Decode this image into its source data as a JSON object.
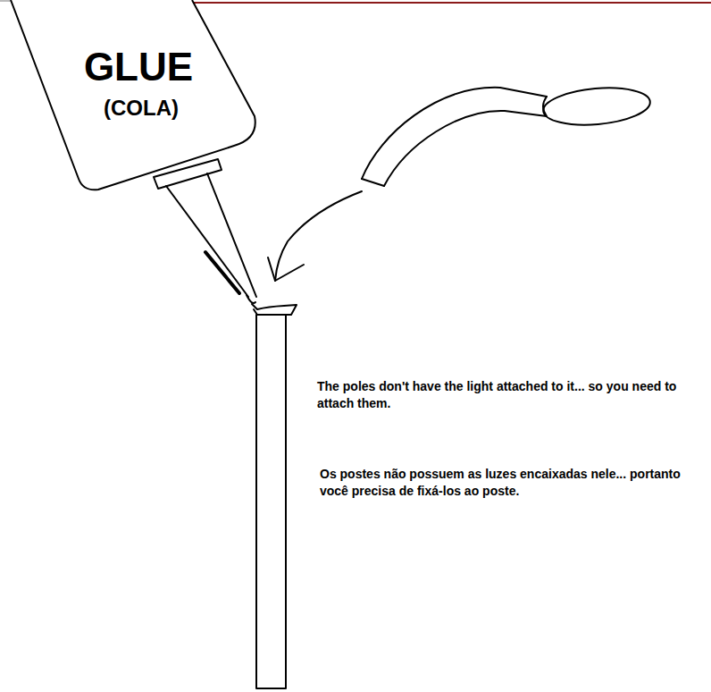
{
  "diagram": {
    "nodes": [
      {
        "text": [
          "GLUE",
          "(COLA)"
        ]
      }
    ],
    "labels": [
      "The poles don't have the light attached to it... so you need to attach them.",
      "Os postes não possuem as luzes encaixadas nele... portanto você precisa de fixá-los ao poste."
    ]
  }
}
